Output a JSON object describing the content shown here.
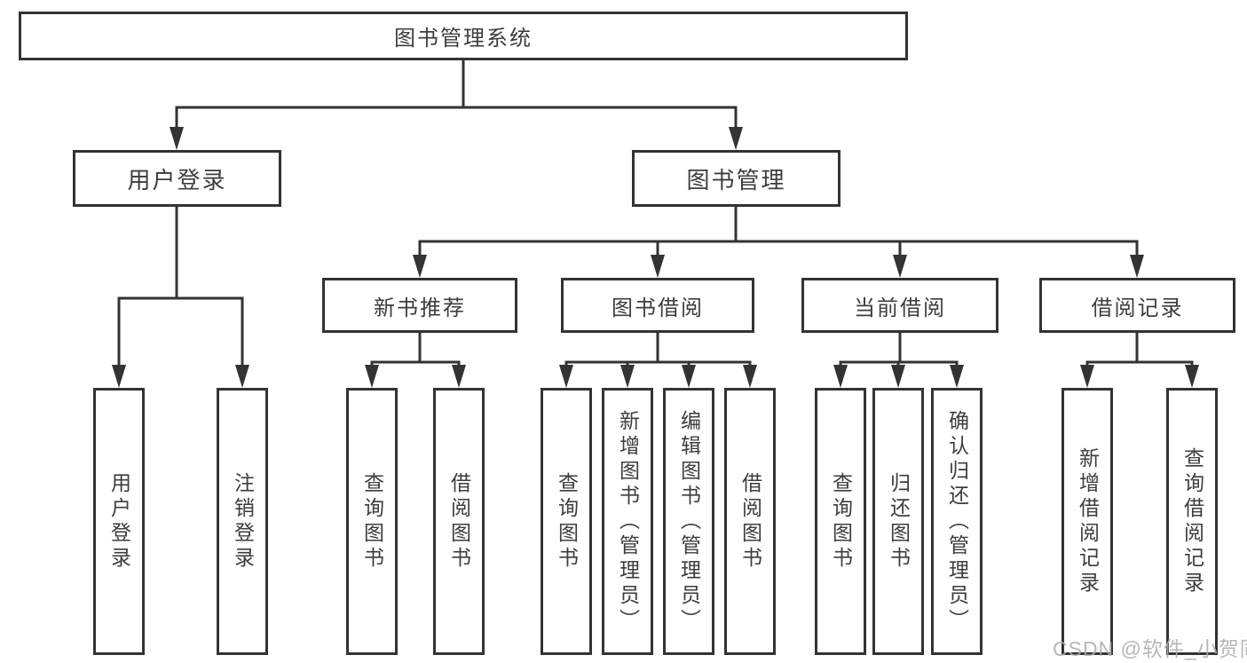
{
  "tree": {
    "root": {
      "label": "图书管理系统",
      "children": [
        {
          "label": "用户登录",
          "children": [
            {
              "label": "用户登录"
            },
            {
              "label": "注销登录"
            }
          ]
        },
        {
          "label": "图书管理",
          "children": [
            {
              "label": "新书推荐",
              "children": [
                {
                  "label": "查询图书"
                },
                {
                  "label": "借阅图书"
                }
              ]
            },
            {
              "label": "图书借阅",
              "children": [
                {
                  "label": "查询图书"
                },
                {
                  "label": "新增图书（管理员）"
                },
                {
                  "label": "编辑图书（管理员）"
                },
                {
                  "label": "借阅图书"
                }
              ]
            },
            {
              "label": "当前借阅",
              "children": [
                {
                  "label": "查询图书"
                },
                {
                  "label": "归还图书"
                },
                {
                  "label": "确认归还（管理员）"
                }
              ]
            },
            {
              "label": "借阅记录",
              "children": [
                {
                  "label": "新增借阅记录"
                },
                {
                  "label": "查询借阅记录"
                }
              ]
            }
          ]
        }
      ]
    }
  },
  "watermark": {
    "text": "CSDN @软件_小贺同学"
  },
  "colors": {
    "line": "#333333",
    "box_border": "#333333",
    "text": "#3d3d3d",
    "watermark": "#acadb3",
    "background": "#ffffff"
  }
}
